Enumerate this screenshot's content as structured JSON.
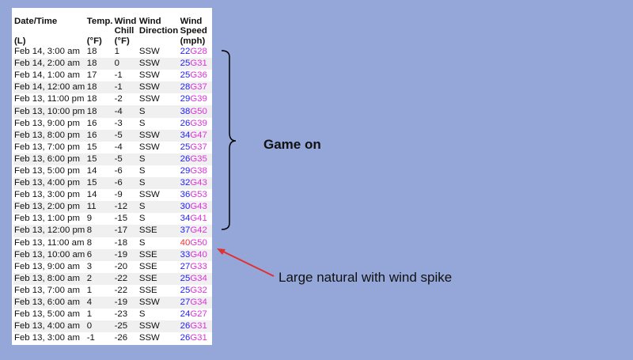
{
  "headers": [
    {
      "line1": "Date/Time",
      "line2": "",
      "line3": "(L)"
    },
    {
      "line1": "Temp.",
      "line2": "",
      "line3": "(°F)"
    },
    {
      "line1": "Wind",
      "line2": "Chill",
      "line3": "(°F)"
    },
    {
      "line1": "Wind",
      "line2": "Direction",
      "line3": ""
    },
    {
      "line1": "Wind",
      "line2": "Speed",
      "line3": "(mph)"
    }
  ],
  "rows": [
    {
      "time": "Feb 14, 3:00 am",
      "temp": "18",
      "chill": "1",
      "dir": "SSW",
      "speed": "22",
      "gust": "G28"
    },
    {
      "time": "Feb 14, 2:00 am",
      "temp": "18",
      "chill": "0",
      "dir": "SSW",
      "speed": "25",
      "gust": "G31"
    },
    {
      "time": "Feb 14, 1:00 am",
      "temp": "17",
      "chill": "-1",
      "dir": "SSW",
      "speed": "25",
      "gust": "G36"
    },
    {
      "time": "Feb 14, 12:00 am",
      "temp": "18",
      "chill": "-1",
      "dir": "SSW",
      "speed": "28",
      "gust": "G37"
    },
    {
      "time": "Feb 13, 11:00 pm",
      "temp": "18",
      "chill": "-2",
      "dir": "SSW",
      "speed": "29",
      "gust": "G39"
    },
    {
      "time": "Feb 13, 10:00 pm",
      "temp": "18",
      "chill": "-4",
      "dir": "S",
      "speed": "38",
      "gust": "G50"
    },
    {
      "time": "Feb 13, 9:00 pm",
      "temp": "16",
      "chill": "-3",
      "dir": "S",
      "speed": "26",
      "gust": "G39"
    },
    {
      "time": "Feb 13, 8:00 pm",
      "temp": "16",
      "chill": "-5",
      "dir": "SSW",
      "speed": "34",
      "gust": "G47"
    },
    {
      "time": "Feb 13, 7:00 pm",
      "temp": "15",
      "chill": "-4",
      "dir": "SSW",
      "speed": "25",
      "gust": "G37"
    },
    {
      "time": "Feb 13, 6:00 pm",
      "temp": "15",
      "chill": "-5",
      "dir": "S",
      "speed": "26",
      "gust": "G35"
    },
    {
      "time": "Feb 13, 5:00 pm",
      "temp": "14",
      "chill": "-6",
      "dir": "S",
      "speed": "29",
      "gust": "G38"
    },
    {
      "time": "Feb 13, 4:00 pm",
      "temp": "15",
      "chill": "-6",
      "dir": "S",
      "speed": "32",
      "gust": "G43"
    },
    {
      "time": "Feb 13, 3:00 pm",
      "temp": "14",
      "chill": "-9",
      "dir": "SSW",
      "speed": "36",
      "gust": "G53"
    },
    {
      "time": "Feb 13, 2:00 pm",
      "temp": "11",
      "chill": "-12",
      "dir": "S",
      "speed": "30",
      "gust": "G43"
    },
    {
      "time": "Feb 13, 1:00 pm",
      "temp": "9",
      "chill": "-15",
      "dir": "S",
      "speed": "34",
      "gust": "G41"
    },
    {
      "time": "Feb 13, 12:00 pm",
      "temp": "8",
      "chill": "-17",
      "dir": "SSE",
      "speed": "37",
      "gust": "G42"
    },
    {
      "time": "Feb 13, 11:00 am",
      "temp": "8",
      "chill": "-18",
      "dir": "S",
      "speed": "40",
      "gust": "G50",
      "alert": true
    },
    {
      "time": "Feb 13, 10:00 am",
      "temp": "6",
      "chill": "-19",
      "dir": "SSE",
      "speed": "33",
      "gust": "G40"
    },
    {
      "time": "Feb 13, 9:00 am",
      "temp": "3",
      "chill": "-20",
      "dir": "SSE",
      "speed": "27",
      "gust": "G33"
    },
    {
      "time": "Feb 13, 8:00 am",
      "temp": "2",
      "chill": "-22",
      "dir": "SSE",
      "speed": "25",
      "gust": "G34"
    },
    {
      "time": "Feb 13, 7:00 am",
      "temp": "1",
      "chill": "-22",
      "dir": "SSE",
      "speed": "25",
      "gust": "G32"
    },
    {
      "time": "Feb 13, 6:00 am",
      "temp": "4",
      "chill": "-19",
      "dir": "SSW",
      "speed": "27",
      "gust": "G34"
    },
    {
      "time": "Feb 13, 5:00 am",
      "temp": "1",
      "chill": "-23",
      "dir": "S",
      "speed": "24",
      "gust": "G27"
    },
    {
      "time": "Feb 13, 4:00 am",
      "temp": "0",
      "chill": "-25",
      "dir": "SSW",
      "speed": "26",
      "gust": "G31"
    },
    {
      "time": "Feb 13, 3:00 am",
      "temp": "-1",
      "chill": "-26",
      "dir": "SSW",
      "speed": "26",
      "gust": "G31"
    }
  ],
  "annotations": {
    "bracket_label": "Game on",
    "arrow_label": "Large natural with wind spike"
  },
  "colors": {
    "sustained": "#2020ff",
    "gust": "#e030e0",
    "alert": "#f03030",
    "arrow": "#e03030",
    "background": "#95a7d8"
  }
}
